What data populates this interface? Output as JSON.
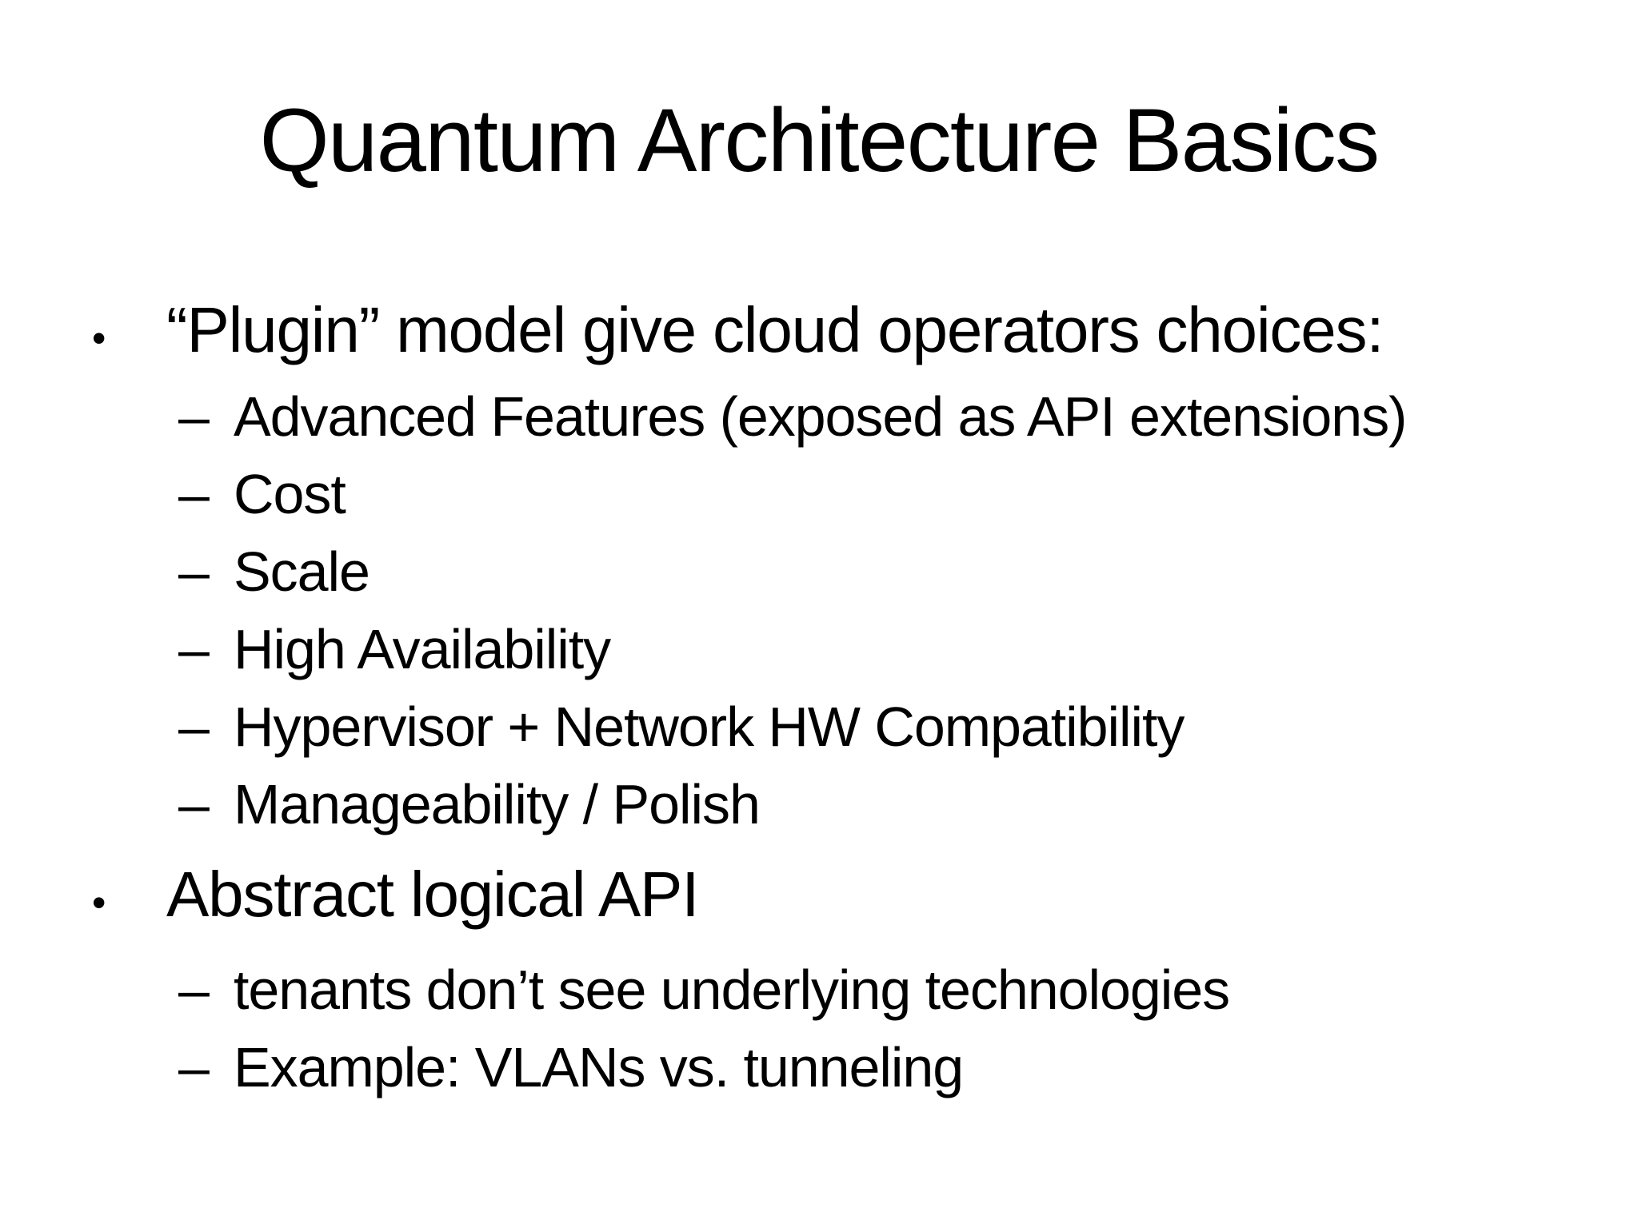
{
  "slide": {
    "title": "Quantum Architecture Basics",
    "bullet_glyph": "•",
    "dash_glyph": "–",
    "bullets": [
      {
        "text": "“Plugin” model give cloud operators choices:",
        "items": [
          "Advanced Features (exposed as API extensions)",
          "Cost",
          "Scale",
          "High Availability",
          "Hypervisor + Network HW Compatibility",
          "Manageability / Polish"
        ]
      },
      {
        "text": "Abstract logical API",
        "items": [
          "tenants don’t see underlying technologies",
          "Example: VLANs vs. tunneling"
        ]
      }
    ]
  }
}
